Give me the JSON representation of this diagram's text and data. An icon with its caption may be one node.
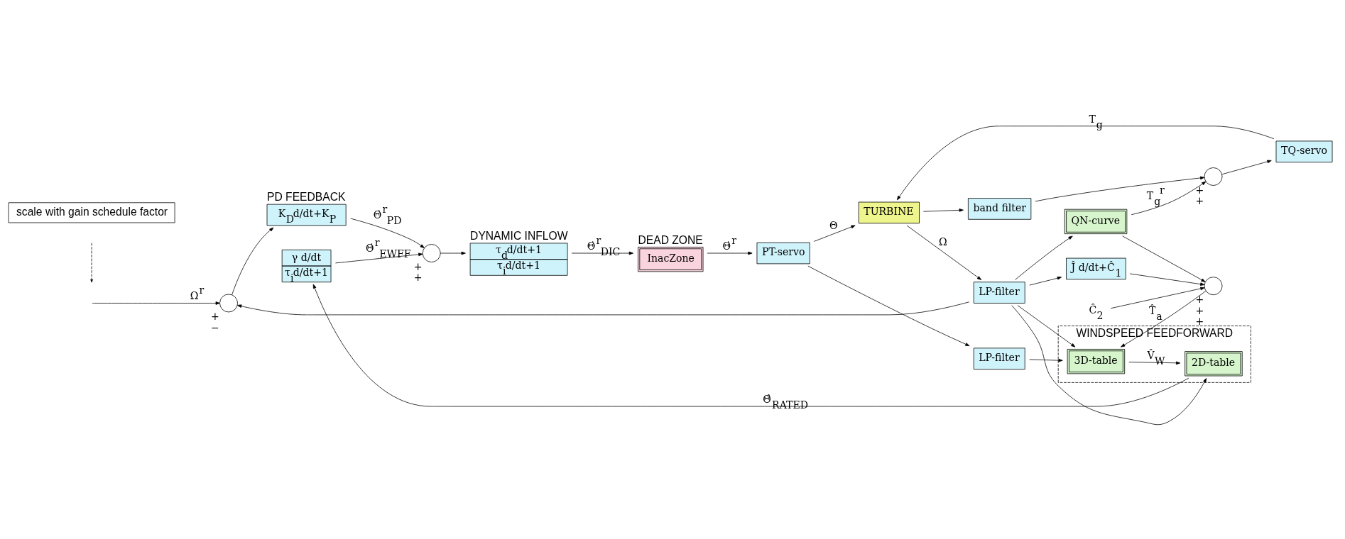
{
  "diagram": {
    "nodes": [
      {
        "text": [],
        "shape": "circle",
        "beside": [
          "+",
          "−"
        ]
      },
      {
        "text": [
          "PD FEEDBACK",
          "K$_{D}$d/dt+K$_{P}$"
        ]
      },
      {
        "text": [],
        "shape": "circle",
        "beside": [
          "+",
          "+"
        ]
      },
      {
        "text": [
          "DYNAMIC INFLOW",
          "τ$_{d}$d/dt+1",
          "τ$_{i}$d/dt+1"
        ]
      },
      {
        "text": [
          "DEAD ZONE",
          "InacZone"
        ]
      },
      {
        "text": [
          "PT-servo"
        ]
      },
      {
        "text": [
          "TURBINE"
        ]
      },
      {
        "text": [
          "TQ-servo"
        ]
      },
      {
        "text": [],
        "shape": "circle",
        "beside": [
          "+",
          "+"
        ]
      },
      {
        "text": [
          "band filter"
        ]
      },
      {
        "text": [
          "LP-filter"
        ]
      },
      {
        "text": [
          "γ d/dt",
          "τ$_{i}$d/dt+1"
        ]
      },
      {
        "text": [
          "WINDSPEED FEEDFORWARD"
        ]
      },
      {
        "text": [
          "2D-table"
        ],
        "in": 12
      },
      {
        "text": [
          "3D-table"
        ],
        "in": 12
      },
      {
        "text": [],
        "shape": "circle",
        "beside": [
          "+",
          "+",
          "+"
        ]
      },
      {
        "text": [
          "Ĵ d/dt+Ĉ$_{1}$"
        ]
      },
      {
        "text": [
          "LP-filter"
        ]
      },
      {
        "text": [
          "QN-curve"
        ]
      },
      {
        "text": [
          "Ĉ$_{2}$"
        ]
      }
    ],
    "edges": [
      {
        "from": null,
        "to": 0,
        "arrow": "to",
        "label": "Ω$^{r}$"
      },
      {
        "from": 0,
        "to": 1,
        "arrow": "to"
      },
      {
        "from": 1,
        "to": 2,
        "arrow": "to",
        "label": "Θ̇$^{r}$$_{PD}$"
      },
      {
        "from": 2,
        "to": 3,
        "arrow": "to"
      },
      {
        "from": 3,
        "to": 4,
        "arrow": "to",
        "label": "Θ̇$^{r}$$_{DIC}$"
      },
      {
        "from": 4,
        "to": 5,
        "arrow": "to",
        "label": "Θ̇$^{r}$"
      },
      {
        "from": 5,
        "to": 6,
        "arrow": "to",
        "label": "Θ"
      },
      {
        "from": 5,
        "to": 10,
        "arrow": "to"
      },
      {
        "from": 7,
        "to": 6,
        "arrow": "to",
        "label": "T$_{g}$"
      },
      {
        "from": 6,
        "to": 17,
        "arrow": "to",
        "label": "Ω"
      },
      {
        "from": 6,
        "to": 9,
        "arrow": "to"
      },
      {
        "from": 9,
        "to": 8,
        "arrow": "to"
      },
      {
        "from": 8,
        "to": 7,
        "arrow": "to"
      },
      {
        "from": 10,
        "to": 14,
        "arrow": "to"
      },
      {
        "from": 11,
        "to": 2,
        "arrow": "to",
        "label": "Θ̇$^{r}$$_{EWFF}$"
      },
      {
        "from": 13,
        "to": 11,
        "arrow": "to",
        "label": "Θ̂$_{RATED}$"
      },
      {
        "from": 14,
        "to": 13,
        "arrow": "to",
        "label": "V̂$_{W}$"
      },
      {
        "from": 15,
        "to": 14,
        "arrow": "to",
        "label": "T̂$_{a}$"
      },
      {
        "from": 19,
        "to": 15,
        "arrow": "to"
      },
      {
        "from": 16,
        "to": 15,
        "arrow": "to"
      },
      {
        "from": 18,
        "to": 15,
        "arrow": "to"
      },
      {
        "from": 18,
        "to": 8,
        "arrow": "to",
        "label": "T$_{g}$$^{r}$"
      },
      {
        "from": 17,
        "to": 18,
        "arrow": "to"
      },
      {
        "from": 17,
        "to": 13,
        "arrow": "to"
      },
      {
        "from": 17,
        "to": 14,
        "arrow": "to"
      },
      {
        "from": 17,
        "to": 16,
        "arrow": "to"
      },
      {
        "from": 17,
        "to": 0,
        "arrow": "to"
      }
    ],
    "legend": [
      {
        "text": "scale with gain schedule factor"
      }
    ]
  }
}
